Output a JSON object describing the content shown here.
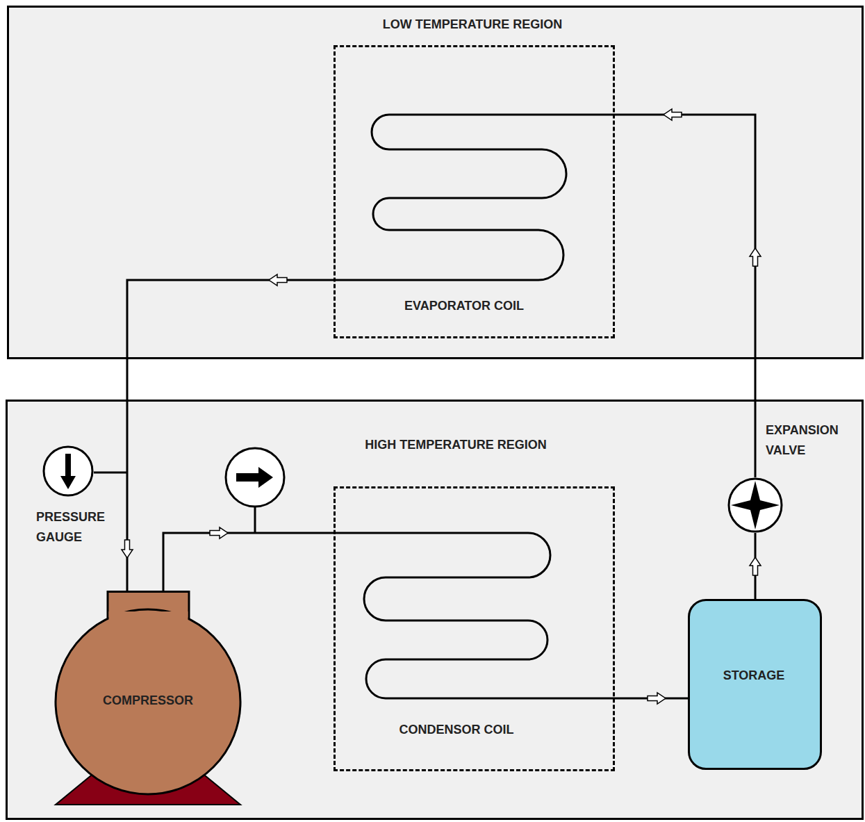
{
  "diagram": {
    "nodes": [
      {
        "text": [
          "LOW TEMPERATURE REGION"
        ]
      },
      {
        "text": [
          "EVAPORATOR COIL"
        ],
        "in": 0
      },
      {
        "text": [
          "HIGH TEMPERATURE REGION"
        ]
      },
      {
        "text": [
          "PRESSURE GAUGE"
        ],
        "in": 2
      },
      {
        "text": [
          "COMPRESSOR"
        ],
        "in": 2
      },
      {
        "text": [
          "CONDENSOR COIL"
        ],
        "in": 2
      },
      {
        "text": [
          "STORAGE"
        ],
        "in": 2
      },
      {
        "text": [
          "EXPANSION VALVE"
        ],
        "in": 2
      }
    ],
    "edges": [
      {
        "from": 1,
        "to": 4,
        "arrow": "to"
      },
      {
        "from": 4,
        "to": 5,
        "arrow": "to"
      },
      {
        "from": 5,
        "to": 6,
        "arrow": "to"
      },
      {
        "from": 6,
        "to": 7,
        "arrow": "to"
      },
      {
        "from": 7,
        "to": 1,
        "arrow": "to"
      }
    ]
  }
}
